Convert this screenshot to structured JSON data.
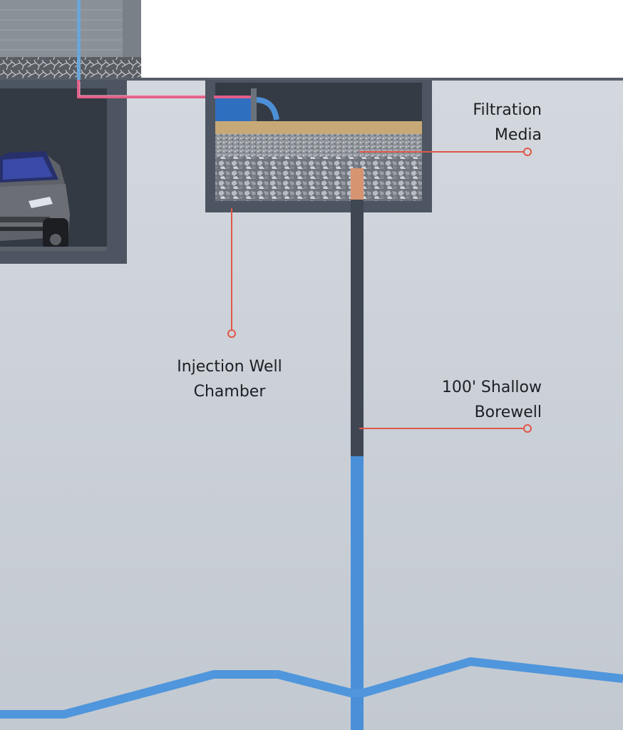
{
  "labels": {
    "filtration_media": {
      "line1": "Filtration",
      "line2": "Media"
    },
    "injection_well_chamber": {
      "line1": "Injection Well",
      "line2": "Chamber"
    },
    "shallow_borewell": {
      "line1": "100' Shallow",
      "line2": "Borewell"
    }
  },
  "colors": {
    "ground": "#c9cfd6",
    "sky": "#ffffff",
    "concrete": "#4c5561",
    "water": "#4a90d9",
    "callout": "#e0574a",
    "pink_pipe": "#e25f88",
    "sand": "#c7a978",
    "gravel": "#8e939a",
    "casing_orange": "#d79471"
  },
  "icons": [
    "car-icon",
    "gravel-texture",
    "pipe-icon"
  ]
}
